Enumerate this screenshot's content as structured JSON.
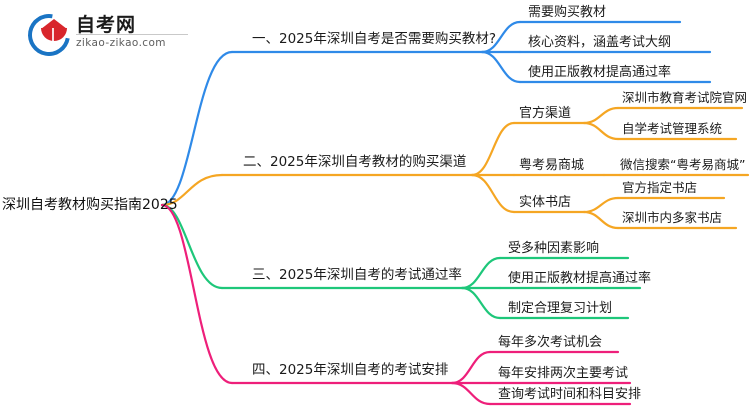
{
  "logo": {
    "brand_zh": "自考网",
    "brand_en": "zikao-zikao.com",
    "mark_name": "zikao-logo-icon"
  },
  "mindmap": {
    "root": {
      "label": "深圳自考教材购买指南2025"
    },
    "colors": {
      "branch1": "#2f8ae8",
      "branch2": "#f5a623",
      "branch3": "#1ec77a",
      "branch4": "#ee1f7a"
    },
    "branches": [
      {
        "label": "一、2025年深圳自考是否需要购买教材?",
        "color": "#2f8ae8",
        "children": [
          {
            "label": "需要购买教材",
            "children": []
          },
          {
            "label": "核心资料，涵盖考试大纲",
            "children": []
          },
          {
            "label": "使用正版教材提高通过率",
            "children": []
          }
        ]
      },
      {
        "label": "二、2025年深圳自考教材的购买渠道",
        "color": "#f5a623",
        "children": [
          {
            "label": "官方渠道",
            "children": [
              {
                "label": "深圳市教育考试院官网"
              },
              {
                "label": "自学考试管理系统"
              }
            ]
          },
          {
            "label": "粤考易商城",
            "children": [
              {
                "label": "微信搜索“粤考易商城”"
              }
            ]
          },
          {
            "label": "实体书店",
            "children": [
              {
                "label": "官方指定书店"
              },
              {
                "label": "深圳市内多家书店"
              }
            ]
          }
        ]
      },
      {
        "label": "三、2025年深圳自考的考试通过率",
        "color": "#1ec77a",
        "children": [
          {
            "label": "受多种因素影响",
            "children": []
          },
          {
            "label": "使用正版教材提高通过率",
            "children": []
          },
          {
            "label": "制定合理复习计划",
            "children": []
          }
        ]
      },
      {
        "label": "四、2025年深圳自考的考试安排",
        "color": "#ee1f7a",
        "children": [
          {
            "label": "每年多次考试机会",
            "children": []
          },
          {
            "label": "每年安排两次主要考试",
            "children": []
          },
          {
            "label": "查询考试时间和科目安排",
            "children": []
          }
        ]
      }
    ]
  }
}
